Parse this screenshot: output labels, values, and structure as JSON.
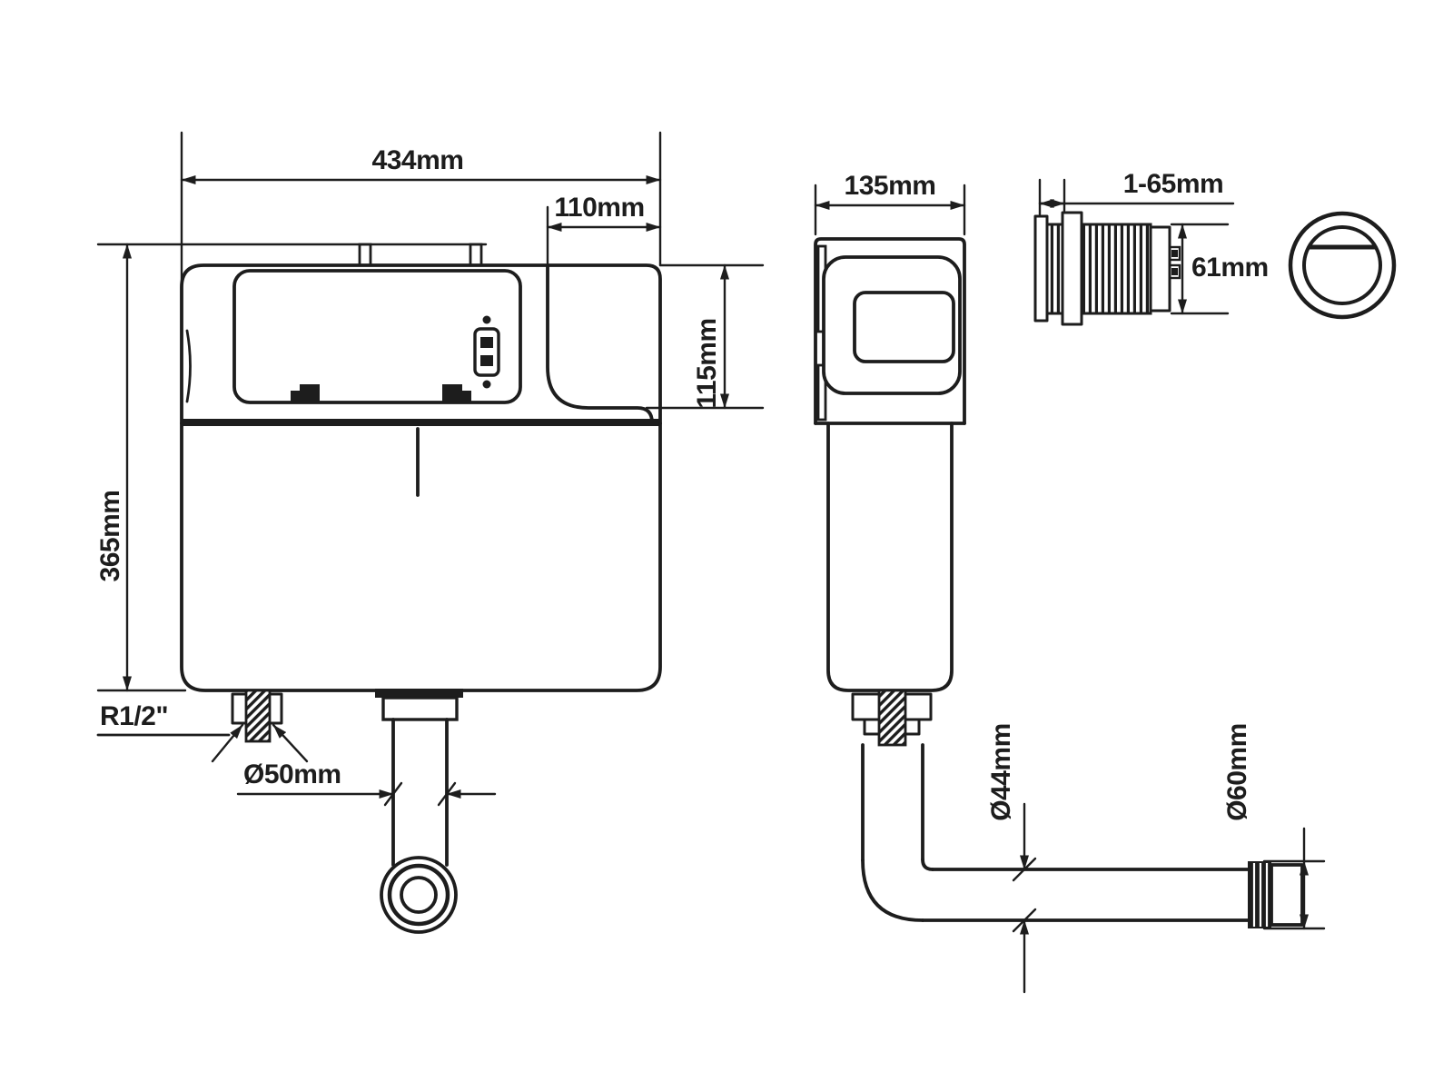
{
  "colors": {
    "line": "#1d1d1d",
    "background": "#ffffff"
  },
  "views": {
    "front": {
      "width": "434mm",
      "top_right_width": "110mm",
      "height": "365mm",
      "cover_height": "115mm",
      "inlet_thread": "R1/2\"",
      "outlet_diameter": "Ø50mm"
    },
    "side": {
      "depth": "135mm",
      "pipe_diameter": "Ø44mm",
      "connector_diameter": "Ø60mm"
    },
    "sleeve": {
      "adjustable_depth": "1-65mm",
      "height": "61mm"
    }
  }
}
